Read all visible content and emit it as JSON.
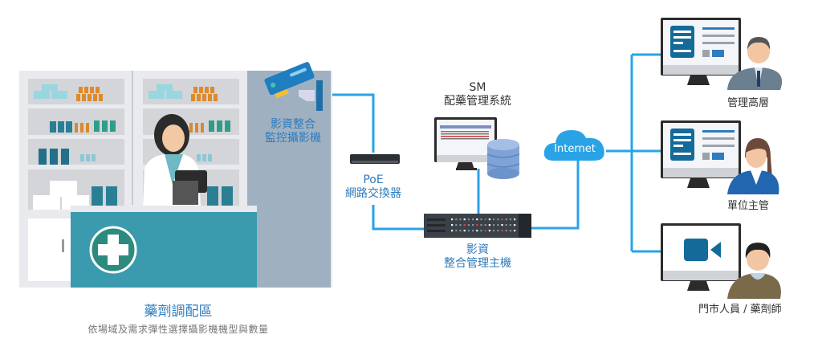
{
  "colors": {
    "line": "#2aa3e6",
    "label_blue": "#2e7bbf",
    "counter_teal": "#3a9aae",
    "camera_blue": "#1f7ec0",
    "wall_gray": "#9eb0c0",
    "shelf_gray": "#d4d6d9",
    "cloud_blue": "#2aa3e6",
    "db_blue": "#7fa3d6",
    "screen_icon_blue": "#146b9a"
  },
  "nodes": {
    "camera": {
      "label": "影資整合\n監控攝影機",
      "icon": "cctv-camera-icon"
    },
    "switch": {
      "label": "PoE\n網路交換器",
      "icon": "network-switch-icon"
    },
    "sm_system": {
      "label": "SM\n配藥管理系統",
      "icon": "monitor-database-icon"
    },
    "nvr": {
      "label": "影資\n整合管理主機",
      "icon": "server-host-icon"
    },
    "internet": {
      "label": "Internet",
      "icon": "cloud-icon"
    },
    "viewers": [
      {
        "label": "管理高層",
        "icon": "executive-monitor-icon"
      },
      {
        "label": "單位主管",
        "icon": "manager-monitor-icon"
      },
      {
        "label": "門市人員 / 藥劑師",
        "icon": "staff-video-monitor-icon"
      }
    ]
  },
  "pharmacy": {
    "title": "藥劑調配區",
    "subtitle": "依場域及需求彈性選擇攝影機機型與數量",
    "icon": "medical-cross-icon"
  }
}
